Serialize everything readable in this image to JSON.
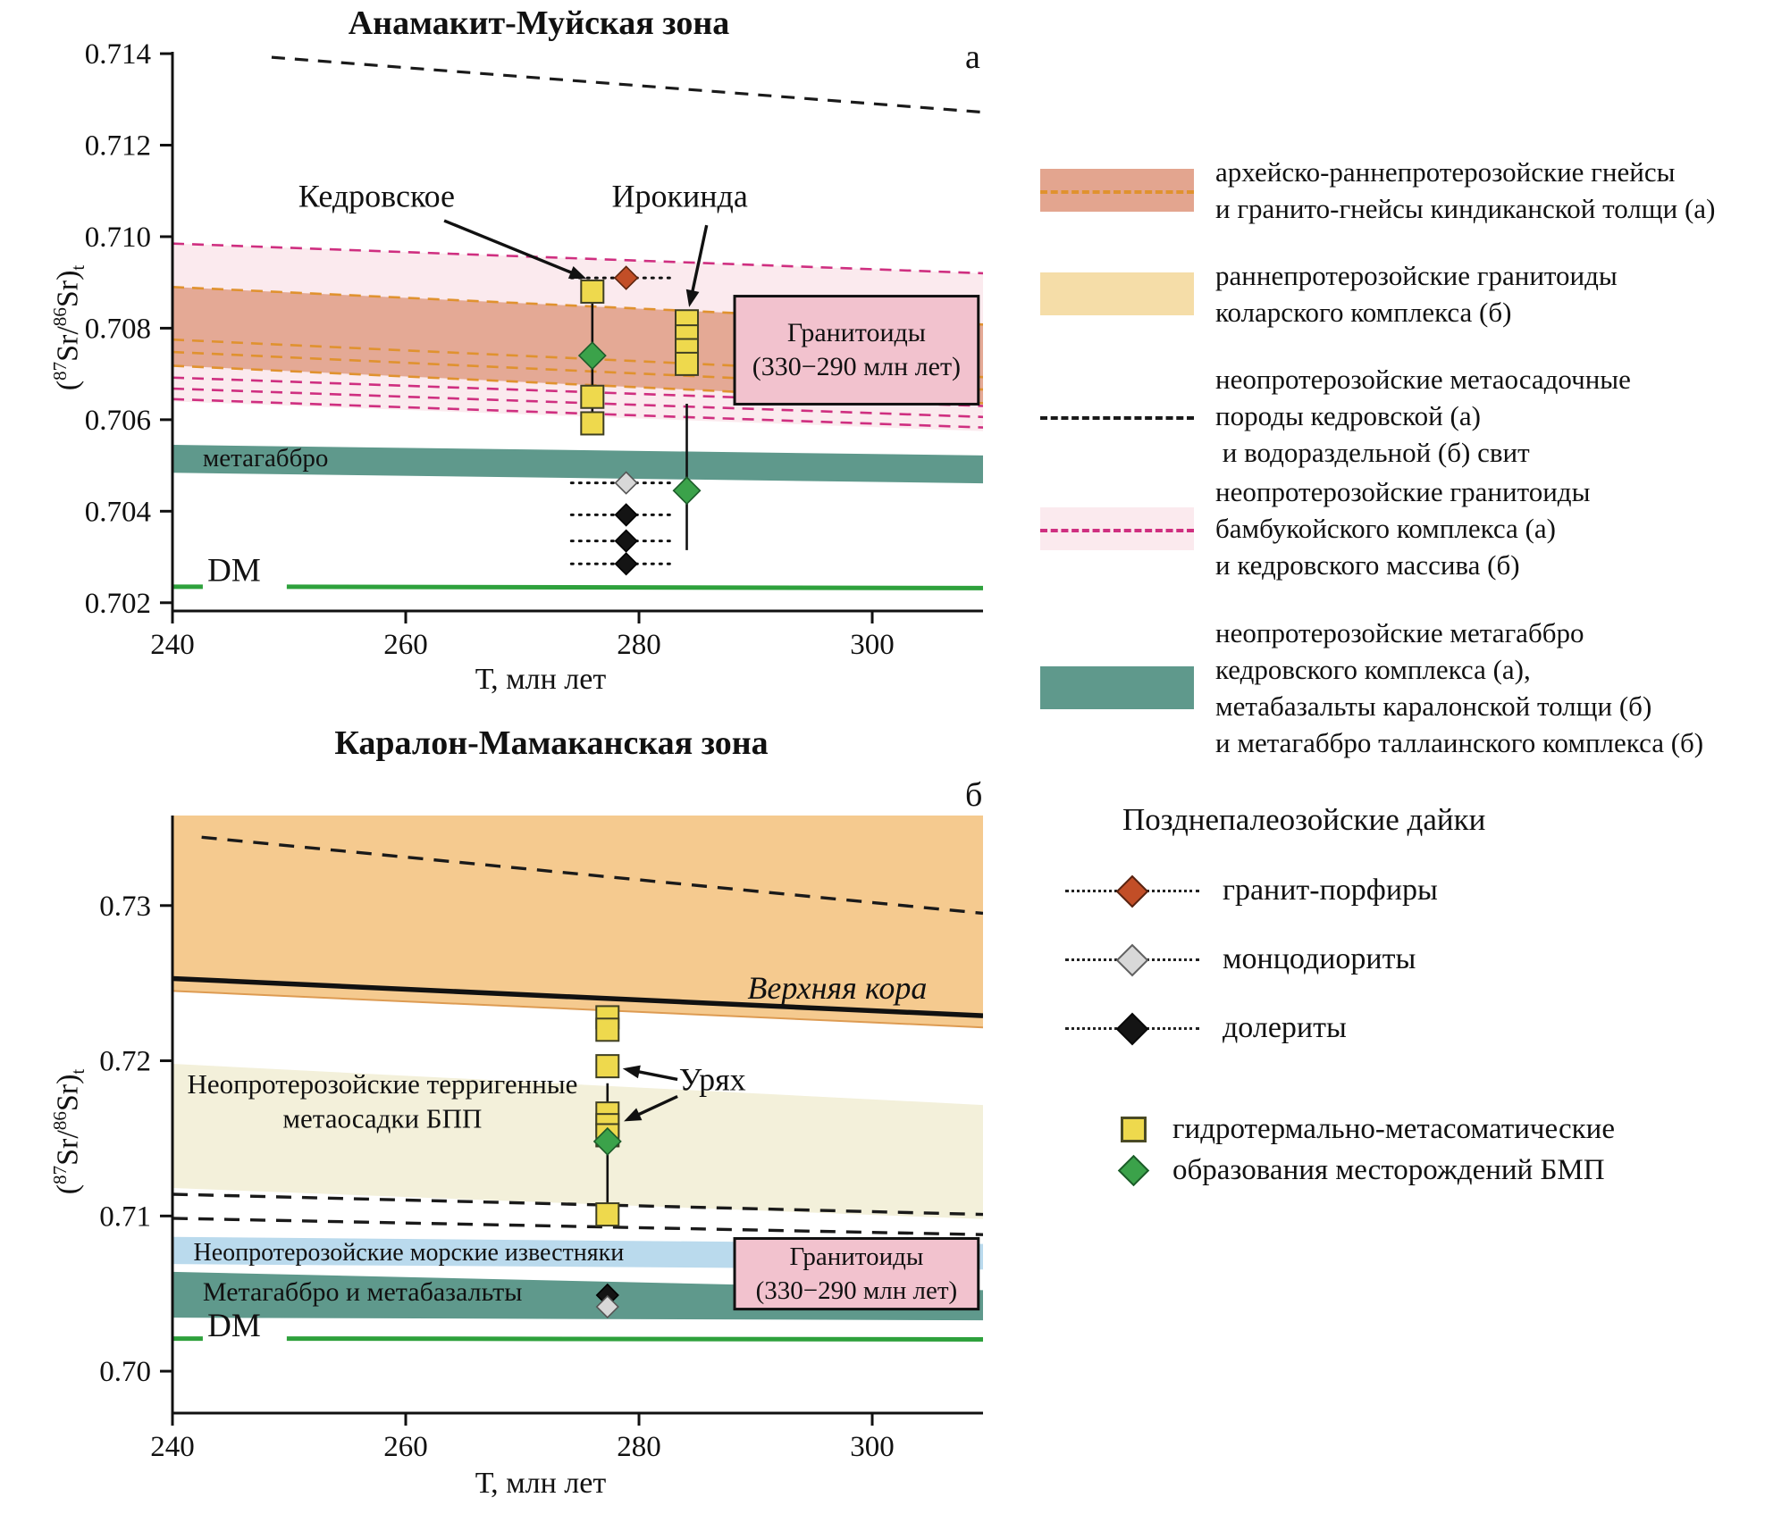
{
  "colors": {
    "salmon": "#e3a58f",
    "orange_dash": "#e0922f",
    "beige": "#f5dda8",
    "pale_pink": "#fbeaee",
    "magenta_dash": "#cf2f80",
    "teal": "#5f998c",
    "green_line": "#2ea13c",
    "orange_band": "#f5ca8f",
    "cream": "#f3f0da",
    "blue_band": "#badaed",
    "box_pink": "#f2c2ce",
    "yellow_marker": "#eed94d",
    "green_marker": "#3ba24a",
    "red_marker": "#c24e27",
    "gray_marker": "#d8d8d8",
    "black_marker": "#141414"
  },
  "chart_data": [
    {
      "id": "a",
      "type": "scatter",
      "title": "Анамакит-Муйская зона",
      "corner_label": "а",
      "xlabel": "Т, млн лет",
      "ylabel": "(87Sr/86Sr)t",
      "ylabel_parts": {
        "pre": "(",
        "sup1": "87",
        "mid": "Sr/",
        "sup2": "86",
        "post": "Sr)",
        "sub": "t"
      },
      "xlim": [
        240,
        309.5
      ],
      "ylim": [
        0.70182,
        0.71404
      ],
      "xticks": [
        240,
        260,
        280,
        300
      ],
      "xtick_labels": [
        "240",
        "260",
        "280",
        "300"
      ],
      "yticks": [
        0.702,
        0.704,
        0.706,
        0.708,
        0.71,
        0.712,
        0.714
      ],
      "ytick_labels": [
        "0.702",
        "0.704",
        "0.706",
        "0.708",
        "0.710",
        "0.712",
        "0.714"
      ],
      "bands": [
        {
          "name": "bambukoy-granitoids-field",
          "fill": "#fbeaee",
          "x": [
            240,
            309.5
          ],
          "top": [
            0.70985,
            0.7092
          ],
          "bottom": [
            0.7064,
            0.70575
          ]
        },
        {
          "name": "kindikan-gneiss-field",
          "fill": "#e3a58f",
          "opacity": 0.95,
          "x": [
            240,
            309.5
          ],
          "top": [
            0.7089,
            0.70808
          ],
          "bottom": [
            0.70718,
            0.70636
          ]
        },
        {
          "name": "metagabbro-band",
          "fill": "#5f998c",
          "x": [
            240,
            309.5
          ],
          "top": [
            0.70545,
            0.70522
          ],
          "bottom": [
            0.70484,
            0.70461
          ]
        }
      ],
      "lines": [
        {
          "name": "kedrovskaya-metasediments-line",
          "x": [
            248.5,
            309.5
          ],
          "y": [
            0.71392,
            0.71272
          ],
          "color": "#1a1a1a",
          "width": 3.2,
          "dash": "15 11"
        },
        {
          "name": "bambukoy-top-line",
          "x": [
            240,
            309.5
          ],
          "y": [
            0.70985,
            0.7092
          ],
          "color": "#cf2f80",
          "width": 2.6,
          "dash": "13 9"
        },
        {
          "name": "kindikan-top-line",
          "x": [
            240,
            309.5
          ],
          "y": [
            0.7089,
            0.70808
          ],
          "color": "#e0922f",
          "width": 2.6,
          "dash": "13 9"
        },
        {
          "name": "kindikan-mid-line-1",
          "x": [
            240,
            309.5
          ],
          "y": [
            0.70775,
            0.70693
          ],
          "color": "#e0922f",
          "width": 2.6,
          "dash": "13 9"
        },
        {
          "name": "kindikan-mid-line-2",
          "x": [
            240,
            309.5
          ],
          "y": [
            0.70748,
            0.70666
          ],
          "color": "#e0922f",
          "width": 2.6,
          "dash": "13 9"
        },
        {
          "name": "kindikan-bottom-line",
          "x": [
            240,
            309.5
          ],
          "y": [
            0.70718,
            0.70636
          ],
          "color": "#e0922f",
          "width": 2.6,
          "dash": "13 9"
        },
        {
          "name": "kedrovsky-massif-line-1",
          "x": [
            240,
            309.5
          ],
          "y": [
            0.70692,
            0.7063
          ],
          "color": "#cf2f80",
          "width": 2.6,
          "dash": "13 9"
        },
        {
          "name": "kedrovsky-massif-line-2",
          "x": [
            240,
            309.5
          ],
          "y": [
            0.70668,
            0.70606
          ],
          "color": "#cf2f80",
          "width": 2.6,
          "dash": "13 9"
        },
        {
          "name": "kedrovsky-massif-line-3",
          "x": [
            240,
            309.5
          ],
          "y": [
            0.70645,
            0.70583
          ],
          "color": "#cf2f80",
          "width": 2.6,
          "dash": "13 9"
        },
        {
          "name": "dm-line-left",
          "x": [
            240,
            242.6
          ],
          "y": [
            0.70235,
            0.70235
          ],
          "color": "#2ea13c",
          "width": 5
        },
        {
          "name": "dm-line",
          "x": [
            249.8,
            309.5
          ],
          "y": [
            0.70235,
            0.70232
          ],
          "color": "#2ea13c",
          "width": 5
        }
      ],
      "dot_rows": [
        {
          "y": 0.7091,
          "x": [
            274.2,
            283.0
          ]
        },
        {
          "y": 0.70462,
          "x": [
            274.2,
            283.0
          ]
        },
        {
          "y": 0.70392,
          "x": [
            274.2,
            283.0
          ]
        },
        {
          "y": 0.70335,
          "x": [
            274.2,
            283.0
          ]
        },
        {
          "y": 0.70285,
          "x": [
            274.2,
            283.0
          ]
        }
      ],
      "error_bars": [
        {
          "x": 276.0,
          "y": [
            0.70592,
            0.70885
          ]
        },
        {
          "x": 284.1,
          "y": [
            0.70315,
            0.70635
          ]
        }
      ],
      "markers": [
        {
          "shape": "square",
          "color": "yellow",
          "x": 276.0,
          "y": 0.7088
        },
        {
          "shape": "square",
          "color": "yellow",
          "x": 276.0,
          "y": 0.7065
        },
        {
          "shape": "square",
          "color": "yellow",
          "x": 276.0,
          "y": 0.70592
        },
        {
          "shape": "square",
          "color": "yellow",
          "x": 284.1,
          "y": 0.70815
        },
        {
          "shape": "square",
          "color": "yellow",
          "x": 284.1,
          "y": 0.70782
        },
        {
          "shape": "square",
          "color": "yellow",
          "x": 284.1,
          "y": 0.70752
        },
        {
          "shape": "square",
          "color": "yellow",
          "x": 284.1,
          "y": 0.70722
        },
        {
          "shape": "diamond",
          "color": "green",
          "x": 276.0,
          "y": 0.7074
        },
        {
          "shape": "diamond",
          "color": "green",
          "x": 284.1,
          "y": 0.70445
        },
        {
          "shape": "diamond",
          "color": "red",
          "x": 278.9,
          "y": 0.7091
        },
        {
          "shape": "diamond",
          "color": "gray",
          "x": 278.9,
          "y": 0.70462
        },
        {
          "shape": "diamond",
          "color": "black",
          "x": 278.9,
          "y": 0.70392
        },
        {
          "shape": "diamond",
          "color": "black",
          "x": 278.9,
          "y": 0.70335
        },
        {
          "shape": "diamond",
          "color": "black",
          "x": 278.9,
          "y": 0.70285
        }
      ],
      "boxes": [
        {
          "name": "granitoids-box",
          "x": [
            288.2,
            309.1
          ],
          "y": [
            0.70634,
            0.7087
          ],
          "fill": "#f2c2ce",
          "stroke": "#111111",
          "lines": [
            "Гранитоиды",
            "(330−290 млн лет)"
          ],
          "font": 30
        }
      ],
      "arrows": [
        {
          "x1": 263.3,
          "y1": 0.71035,
          "x2": 275.5,
          "y2": 0.70908
        },
        {
          "x1": 285.8,
          "y1": 0.71025,
          "x2": 284.3,
          "y2": 0.70846
        }
      ],
      "labels": [
        {
          "text": "Кедровское",
          "x": 257.5,
          "y": 0.71065,
          "size": 36,
          "anchor": "middle"
        },
        {
          "text": "Ирокинда",
          "x": 283.5,
          "y": 0.71065,
          "size": 36,
          "anchor": "middle"
        },
        {
          "text": "метагаббро",
          "x": 242.6,
          "y": 0.70498,
          "size": 29,
          "anchor": "start"
        },
        {
          "text": "DM",
          "x": 243.0,
          "y": 0.70247,
          "size": 37,
          "anchor": "start"
        }
      ]
    },
    {
      "id": "b",
      "type": "scatter",
      "title": "Каралон-Мамаканская зона",
      "corner_label": "б",
      "xlabel": "Т, млн лет",
      "ylabel": "(87Sr/86Sr)t",
      "ylabel_parts": {
        "pre": "(",
        "sup1": "87",
        "mid": "Sr/",
        "sup2": "86",
        "post": "Sr)",
        "sub": "t"
      },
      "xlim": [
        240,
        309.5
      ],
      "ylim": [
        0.6973,
        0.7358
      ],
      "xticks": [
        240,
        260,
        280,
        300
      ],
      "xtick_labels": [
        "240",
        "260",
        "280",
        "300"
      ],
      "yticks": [
        0.7,
        0.71,
        0.72,
        0.73
      ],
      "ytick_labels": [
        "0.70",
        "0.71",
        "0.72",
        "0.73"
      ],
      "bands": [
        {
          "name": "upper-crust-field",
          "fill": "#f5ca8f",
          "x": [
            240,
            309.5
          ],
          "top": [
            0.7358,
            0.7358
          ],
          "bottom": [
            0.7245,
            0.72215
          ],
          "edge_bottom": {
            "color": "#dd9b52",
            "width": 2
          }
        },
        {
          "name": "terrigenous-metasediments-field",
          "fill": "#f3f0da",
          "x": [
            240,
            309.5
          ],
          "top": [
            0.7198,
            0.71715
          ],
          "bottom": [
            0.7118,
            0.7098
          ]
        },
        {
          "name": "marine-limestones-band",
          "fill": "#badaed",
          "x": [
            240,
            309.5
          ],
          "top": [
            0.70865,
            0.7082
          ],
          "bottom": [
            0.7069,
            0.70655
          ]
        },
        {
          "name": "metagabbro-metabasalt-band",
          "fill": "#5f998c",
          "x": [
            240,
            309.5
          ],
          "top": [
            0.7064,
            0.70522
          ],
          "bottom": [
            0.70345,
            0.70328
          ]
        }
      ],
      "lines": [
        {
          "name": "vodorazdelnaya-metasediments-line",
          "x": [
            242.5,
            309.5
          ],
          "y": [
            0.7344,
            0.7295
          ],
          "color": "#1a1a1a",
          "width": 3.4,
          "dash": "17 12"
        },
        {
          "name": "upper-crust-line",
          "x": [
            240,
            309.5
          ],
          "y": [
            0.7253,
            0.7229
          ],
          "color": "#111111",
          "width": 5.5
        },
        {
          "name": "dashed-pair-upper",
          "x": [
            240,
            309.5
          ],
          "y": [
            0.7114,
            0.7101
          ],
          "color": "#1a1a1a",
          "width": 3.4,
          "dash": "17 12"
        },
        {
          "name": "dashed-pair-lower",
          "x": [
            240,
            309.5
          ],
          "y": [
            0.70985,
            0.7088
          ],
          "color": "#1a1a1a",
          "width": 3.4,
          "dash": "17 12"
        },
        {
          "name": "dm-line-left",
          "x": [
            240,
            242.6
          ],
          "y": [
            0.7021,
            0.7021
          ],
          "color": "#2ea13c",
          "width": 5
        },
        {
          "name": "dm-line",
          "x": [
            249.8,
            309.5
          ],
          "y": [
            0.7021,
            0.70205
          ],
          "color": "#2ea13c",
          "width": 5
        }
      ],
      "dot_rows": [],
      "error_bars": [
        {
          "x": 277.3,
          "y": [
            0.71015,
            0.71855
          ]
        }
      ],
      "markers": [
        {
          "shape": "square",
          "color": "yellow",
          "x": 277.3,
          "y": 0.7228
        },
        {
          "shape": "square",
          "color": "yellow",
          "x": 277.3,
          "y": 0.722
        },
        {
          "shape": "square",
          "color": "yellow",
          "x": 277.3,
          "y": 0.71965
        },
        {
          "shape": "square",
          "color": "yellow",
          "x": 277.3,
          "y": 0.7166
        },
        {
          "shape": "square",
          "color": "yellow",
          "x": 277.3,
          "y": 0.71585
        },
        {
          "shape": "square",
          "color": "yellow",
          "x": 277.3,
          "y": 0.7152
        },
        {
          "shape": "square",
          "color": "yellow",
          "x": 277.3,
          "y": 0.7101
        },
        {
          "shape": "diamond",
          "color": "green",
          "x": 277.3,
          "y": 0.7148
        },
        {
          "shape": "diamond",
          "color": "black",
          "x": 277.3,
          "y": 0.7049
        },
        {
          "shape": "diamond",
          "color": "gray",
          "x": 277.3,
          "y": 0.70415
        }
      ],
      "boxes": [
        {
          "name": "granitoids-box",
          "x": [
            288.2,
            309.1
          ],
          "y": [
            0.704,
            0.70855
          ],
          "fill": "#f2c2ce",
          "stroke": "#111111",
          "lines": [
            "Гранитоиды",
            "(330−290 млн лет)"
          ],
          "font": 29
        }
      ],
      "arrows": [
        {
          "x1": 283.3,
          "y1": 0.7188,
          "x2": 278.6,
          "y2": 0.7195
        },
        {
          "x1": 283.3,
          "y1": 0.7177,
          "x2": 278.7,
          "y2": 0.7161
        }
      ],
      "labels": [
        {
          "text": "Верхняя кора",
          "x": 297.0,
          "y": 0.724,
          "size": 36,
          "anchor": "middle",
          "italic": true
        },
        {
          "text": "Неопротерозойские терригенные",
          "x": 258.0,
          "y": 0.7179,
          "size": 31,
          "anchor": "middle"
        },
        {
          "text": "метаосадки БПП",
          "x": 258.0,
          "y": 0.7157,
          "size": 31,
          "anchor": "middle"
        },
        {
          "text": "Урях",
          "x": 286.3,
          "y": 0.7181,
          "size": 36,
          "anchor": "middle"
        },
        {
          "text": "Неопротерозойские морские известняки",
          "x": 241.8,
          "y": 0.70715,
          "size": 28,
          "anchor": "start"
        },
        {
          "text": "Метагаббро и метабазальты",
          "x": 242.6,
          "y": 0.70455,
          "size": 30,
          "anchor": "start"
        },
        {
          "text": "DM",
          "x": 243.0,
          "y": 0.70225,
          "size": 37,
          "anchor": "start"
        }
      ]
    }
  ],
  "legend": {
    "items": [
      {
        "swatch": "band-dash",
        "lines": [
          "архейско-раннепротерозойские гнейсы",
          "и гранито-гнейсы киндиканской толщи (а)"
        ]
      },
      {
        "swatch": "band",
        "lines": [
          "раннепротерозойские гранитоиды",
          "коларского комплекса (б)"
        ]
      },
      {
        "swatch": "dash",
        "lines": [
          "неопротерозойские метаосадочные",
          "породы кедровской (а)",
          " и водораздельной (б) свит"
        ]
      },
      {
        "swatch": "band-dash",
        "lines": [
          "неопротерозойские гранитоиды",
          "бамбукойского комплекса (а)",
          "и кедровского массива (б)"
        ]
      },
      {
        "swatch": "band",
        "lines": [
          "неопротерозойские метагаббро",
          "кедровского комплекса (а),",
          "метабазальты каралонской толщи (б)",
          "и метагаббро таллаинского комплекса (б)"
        ]
      }
    ],
    "dikes": {
      "heading": "Позднепалеозойские дайки",
      "items": [
        {
          "marker": "diamond",
          "label": "гранит-порфиры"
        },
        {
          "marker": "diamond",
          "label": "монцодиориты"
        },
        {
          "marker": "diamond",
          "label": "долериты"
        }
      ]
    },
    "deposits": {
      "rows": [
        {
          "marker": "square",
          "text": "гидротермально-метасоматические"
        },
        {
          "marker": "diamond",
          "text": "образования месторождений БМП"
        }
      ]
    }
  }
}
